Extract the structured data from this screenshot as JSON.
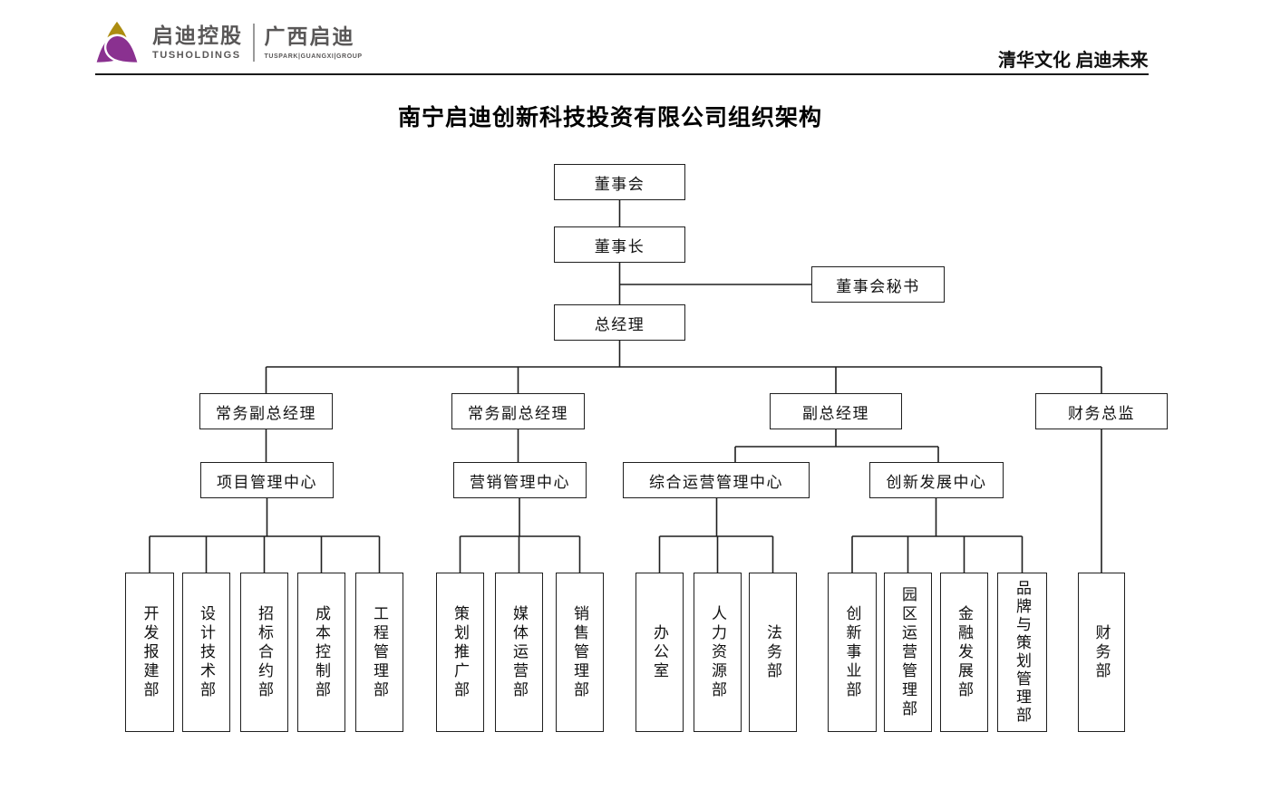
{
  "header": {
    "logo": {
      "icon": "tusholdings-flower-icon",
      "cn_primary": "启迪控股",
      "en_primary": "TUSHOLDINGS",
      "cn_secondary": "广西启迪",
      "en_secondary": "TUSPARK|GUANGXI|GROUP"
    },
    "slogan": "清华文化 启迪未来"
  },
  "title": "南宁启迪创新科技投资有限公司组织架构",
  "org": {
    "board": "董事会",
    "chairman": "董事长",
    "board_secretary": "董事会秘书",
    "general_manager": "总经理",
    "executives": [
      "常务副总经理",
      "常务副总经理",
      "副总经理",
      "财务总监"
    ],
    "centers": [
      "项目管理中心",
      "营销管理中心",
      "综合运营管理中心",
      "创新发展中心"
    ],
    "departments": {
      "project_management": [
        "开发报建部",
        "设计技术部",
        "招标合约部",
        "成本控制部",
        "工程管理部"
      ],
      "marketing": [
        "策划推广部",
        "媒体运营部",
        "销售管理部"
      ],
      "operations": [
        "办公室",
        "人力资源部",
        "法务部"
      ],
      "innovation": [
        "创新事业部",
        "园区运营管理部",
        "金融发展部",
        "品牌与策划管理部"
      ],
      "finance": [
        "财务部"
      ]
    }
  },
  "colors": {
    "logo_gold": "#AC8C10",
    "logo_purple": "#8A3190",
    "line": "#1F1F1F",
    "text": "#111111"
  }
}
